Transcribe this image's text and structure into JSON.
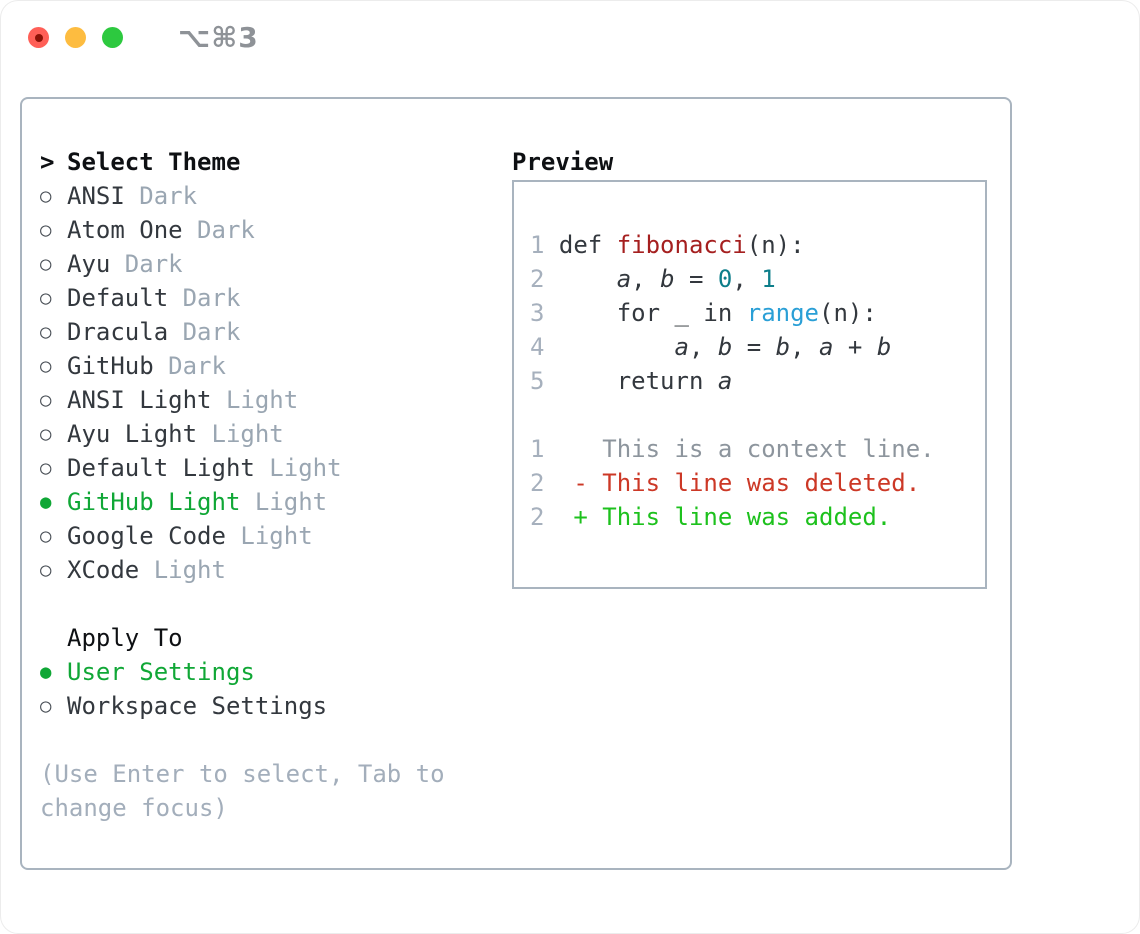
{
  "window": {
    "title": "⌥⌘3",
    "traffic_lights": [
      "close",
      "minimize",
      "zoom"
    ]
  },
  "colors": {
    "panel_border": "#a9b4bf",
    "selected_green": "#10a736",
    "added_green": "#1dc11d",
    "deleted_red": "#cc3826",
    "function_red": "#a51f1f",
    "number_teal": "#0d7e8a",
    "builtin_blue": "#2a9fd6",
    "muted_variant_gray": "#9aa6b2",
    "hint_gray": "#a3aebb",
    "context_gray": "#8d959d",
    "line_number_gray": "#a6b0bd",
    "traffic_red": "#ff5f57",
    "traffic_yellow": "#fdbc40",
    "traffic_green": "#2dc93f"
  },
  "theme_panel": {
    "header_marker": ">",
    "header_label": "Select Theme",
    "unselected_marker": "○",
    "selected_marker": "●",
    "themes": [
      {
        "name": "ANSI",
        "variant": "Dark",
        "selected": false
      },
      {
        "name": "Atom One",
        "variant": "Dark",
        "selected": false
      },
      {
        "name": "Ayu",
        "variant": "Dark",
        "selected": false
      },
      {
        "name": "Default",
        "variant": "Dark",
        "selected": false
      },
      {
        "name": "Dracula",
        "variant": "Dark",
        "selected": false
      },
      {
        "name": "GitHub",
        "variant": "Dark",
        "selected": false
      },
      {
        "name": "ANSI Light",
        "variant": "Light",
        "selected": false
      },
      {
        "name": "Ayu Light",
        "variant": "Light",
        "selected": false
      },
      {
        "name": "Default Light",
        "variant": "Light",
        "selected": false
      },
      {
        "name": "GitHub Light",
        "variant": "Light",
        "selected": true
      },
      {
        "name": "Google Code",
        "variant": "Light",
        "selected": false
      },
      {
        "name": "XCode",
        "variant": "Light",
        "selected": false
      }
    ],
    "apply_to": {
      "header": "Apply To",
      "options": [
        {
          "label": "User Settings",
          "selected": true
        },
        {
          "label": "Workspace Settings",
          "selected": false
        }
      ]
    },
    "hint_lines": [
      "(Use Enter to select, Tab to",
      "change focus)"
    ]
  },
  "preview": {
    "title": "Preview",
    "code_lines": [
      {
        "num": "1",
        "segments": [
          {
            "text": "def ",
            "style": "fg"
          },
          {
            "text": "fibonacci",
            "style": "function"
          },
          {
            "text": "(n):",
            "style": "fg"
          }
        ]
      },
      {
        "num": "2",
        "segments": [
          {
            "text": "    ",
            "style": "fg"
          },
          {
            "text": "a",
            "style": "variable"
          },
          {
            "text": ", ",
            "style": "fg"
          },
          {
            "text": "b",
            "style": "variable"
          },
          {
            "text": " = ",
            "style": "fg"
          },
          {
            "text": "0",
            "style": "number"
          },
          {
            "text": ", ",
            "style": "fg"
          },
          {
            "text": "1",
            "style": "number"
          }
        ]
      },
      {
        "num": "3",
        "segments": [
          {
            "text": "    for _ in ",
            "style": "fg"
          },
          {
            "text": "range",
            "style": "builtin"
          },
          {
            "text": "(n):",
            "style": "fg"
          }
        ]
      },
      {
        "num": "4",
        "segments": [
          {
            "text": "        ",
            "style": "fg"
          },
          {
            "text": "a",
            "style": "variable"
          },
          {
            "text": ", ",
            "style": "fg"
          },
          {
            "text": "b",
            "style": "variable"
          },
          {
            "text": " = ",
            "style": "fg"
          },
          {
            "text": "b",
            "style": "variable"
          },
          {
            "text": ", ",
            "style": "fg"
          },
          {
            "text": "a",
            "style": "variable"
          },
          {
            "text": " + ",
            "style": "fg"
          },
          {
            "text": "b",
            "style": "variable"
          }
        ]
      },
      {
        "num": "5",
        "segments": [
          {
            "text": "    return ",
            "style": "fg"
          },
          {
            "text": "a",
            "style": "variable"
          }
        ]
      }
    ],
    "diff_lines": [
      {
        "num": "1",
        "segments": [
          {
            "text": "   This is a context line.",
            "style": "context"
          }
        ]
      },
      {
        "num": "2",
        "segments": [
          {
            "text": " - This line was deleted.",
            "style": "deleted"
          }
        ]
      },
      {
        "num": "2",
        "segments": [
          {
            "text": " + This line was added.",
            "style": "added"
          }
        ]
      }
    ]
  }
}
